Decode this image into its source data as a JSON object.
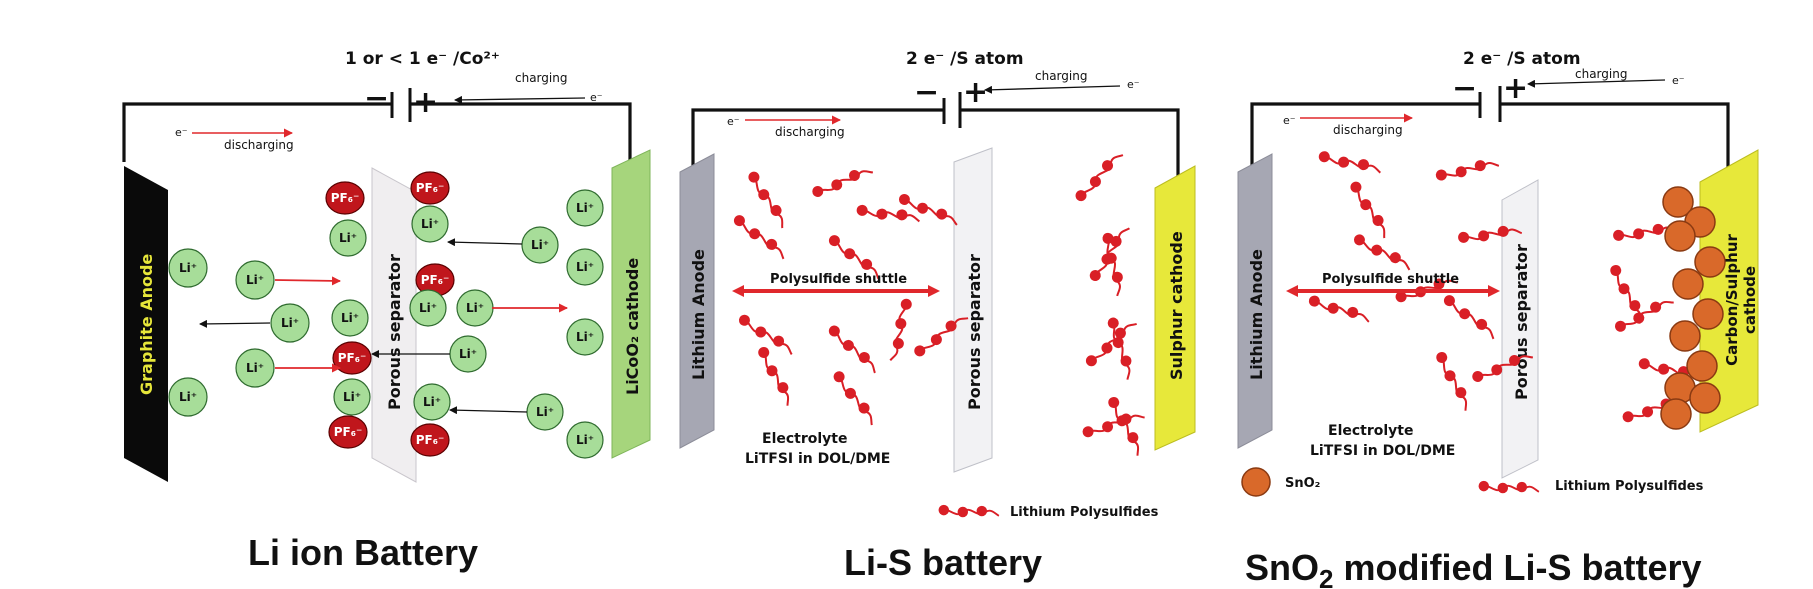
{
  "colors": {
    "ion_fill": "#a7dd99",
    "pf_fill": "#c0161c",
    "arrow_red": "#e0282c",
    "polysulfide": "#d91f26",
    "graphite_anode": "#0a0a0a",
    "licoo2_cathode": "#a6d57c",
    "lithium_anode": "#a6a7b3",
    "sulphur_cathode": "#e7e83a",
    "sno2_fill": "#d9692a",
    "separator": "#f2f2f4"
  },
  "panel1": {
    "electron_count": "1 or < 1 e⁻ /Co²⁺",
    "charging": "charging",
    "discharging": "discharging",
    "electron": "e⁻",
    "anode": "Graphite Anode",
    "separator": "Porous separator",
    "cathode": "LiCoO₂ cathode",
    "ion_li": "Li⁺",
    "ion_pf": "PF₆⁻",
    "title": "Li ion Battery"
  },
  "panel2": {
    "electron_count": "2 e⁻ /S atom",
    "charging": "charging",
    "discharging": "discharging",
    "electron": "e⁻",
    "anode": "Lithium Anode",
    "separator": "Porous separator",
    "cathode": "Sulphur cathode",
    "shuttle": "Polysulfide shuttle",
    "electrolyte_1": "Electrolyte",
    "electrolyte_2": "LiTFSI in DOL/DME",
    "legend_polysulfides": "Lithium Polysulfides",
    "title": "Li-S battery"
  },
  "panel3": {
    "electron_count": "2 e⁻ /S atom",
    "charging": "charging",
    "discharging": "discharging",
    "electron": "e⁻",
    "anode": "Lithium Anode",
    "separator": "Porous separator",
    "cathode_1": "Carbon/Sulphur",
    "cathode_2": "cathode",
    "shuttle": "Polysulfide shuttle",
    "electrolyte_1": "Electrolyte",
    "electrolyte_2": "LiTFSI in DOL/DME",
    "legend_sno2": "SnO₂",
    "legend_polysulfides": "Lithium Polysulfides",
    "title_prefix": "SnO",
    "title_sub": "2",
    "title_suffix": " modified Li-S battery"
  }
}
